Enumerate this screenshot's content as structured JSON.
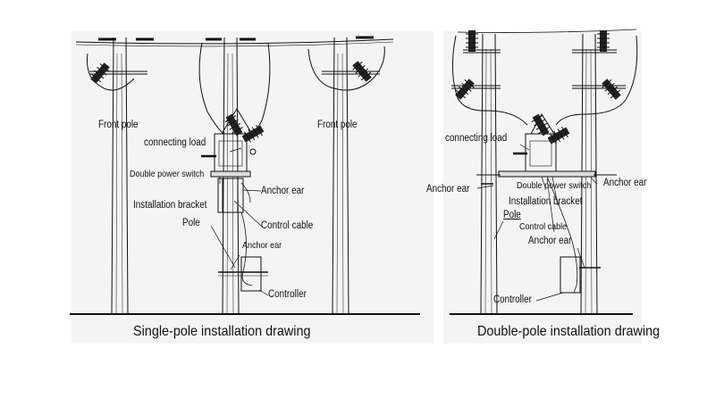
{
  "colors": {
    "ink": "#111111",
    "paper": "#ffffff",
    "panel": "#f4f4f4"
  },
  "left": {
    "caption": "Single-pole installation drawing",
    "labels": {
      "front_pole_left": "Front pole",
      "front_pole_right": "Front pole",
      "connecting_load": "connecting load",
      "double_power_switch": "Double power switch",
      "anchor_ear_top": "Anchor ear",
      "installation_bracket": "Installation bracket",
      "control_cable": "Control cable",
      "pole": "Pole",
      "anchor_ear_bottom": "Anchor ear",
      "controller": "Controller"
    }
  },
  "right": {
    "caption": "Double-pole installation drawing",
    "labels": {
      "connecting_load": "connecting load",
      "anchor_ear_left": "Anchor ear",
      "double_power_switch": "Double power switch",
      "anchor_ear_right": "Anchor ear",
      "installation_bracket": "Installation bracket",
      "pole": "Pole",
      "control_cable": "Control cable",
      "anchor_ear_lower": "Anchor ear",
      "controller": "Controller"
    }
  }
}
